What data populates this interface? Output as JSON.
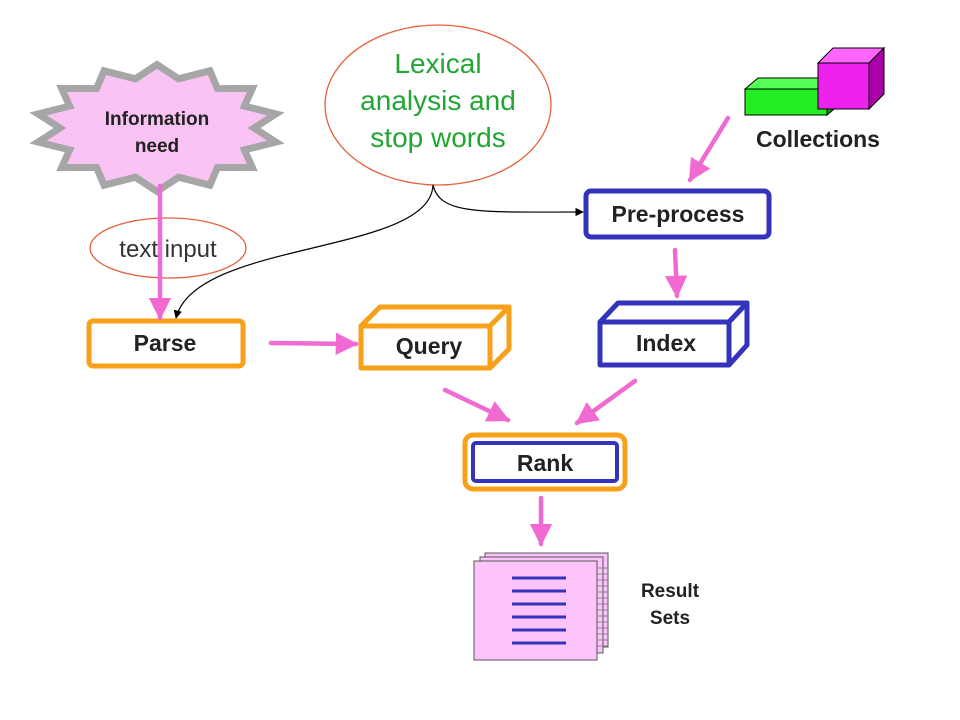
{
  "nodes": {
    "information_need": {
      "line1": "Information",
      "line2": "need"
    },
    "lexical": {
      "line1": "Lexical",
      "line2": "analysis and",
      "line3": "stop words"
    },
    "collections": {
      "label": "Collections"
    },
    "preprocess": {
      "label": "Pre-process"
    },
    "text_input": {
      "label": "text input"
    },
    "parse": {
      "label": "Parse"
    },
    "query": {
      "label": "Query"
    },
    "index": {
      "label": "Index"
    },
    "rank": {
      "label": "Rank"
    },
    "result_sets": {
      "line1": "Result",
      "line2": "Sets"
    }
  },
  "colors": {
    "arrow_pink": "#f06ad2",
    "orange": "#f7a11a",
    "blue": "#3333bb",
    "starburst_fill": "#f9c3f3",
    "starburst_stroke": "#a6a6a6",
    "lexical_text": "#22a633",
    "ellipse_stroke": "#e5603d",
    "green_box": "#22ee22",
    "magenta_box": "#ee22ee",
    "doc_fill": "#fcc4fa"
  }
}
